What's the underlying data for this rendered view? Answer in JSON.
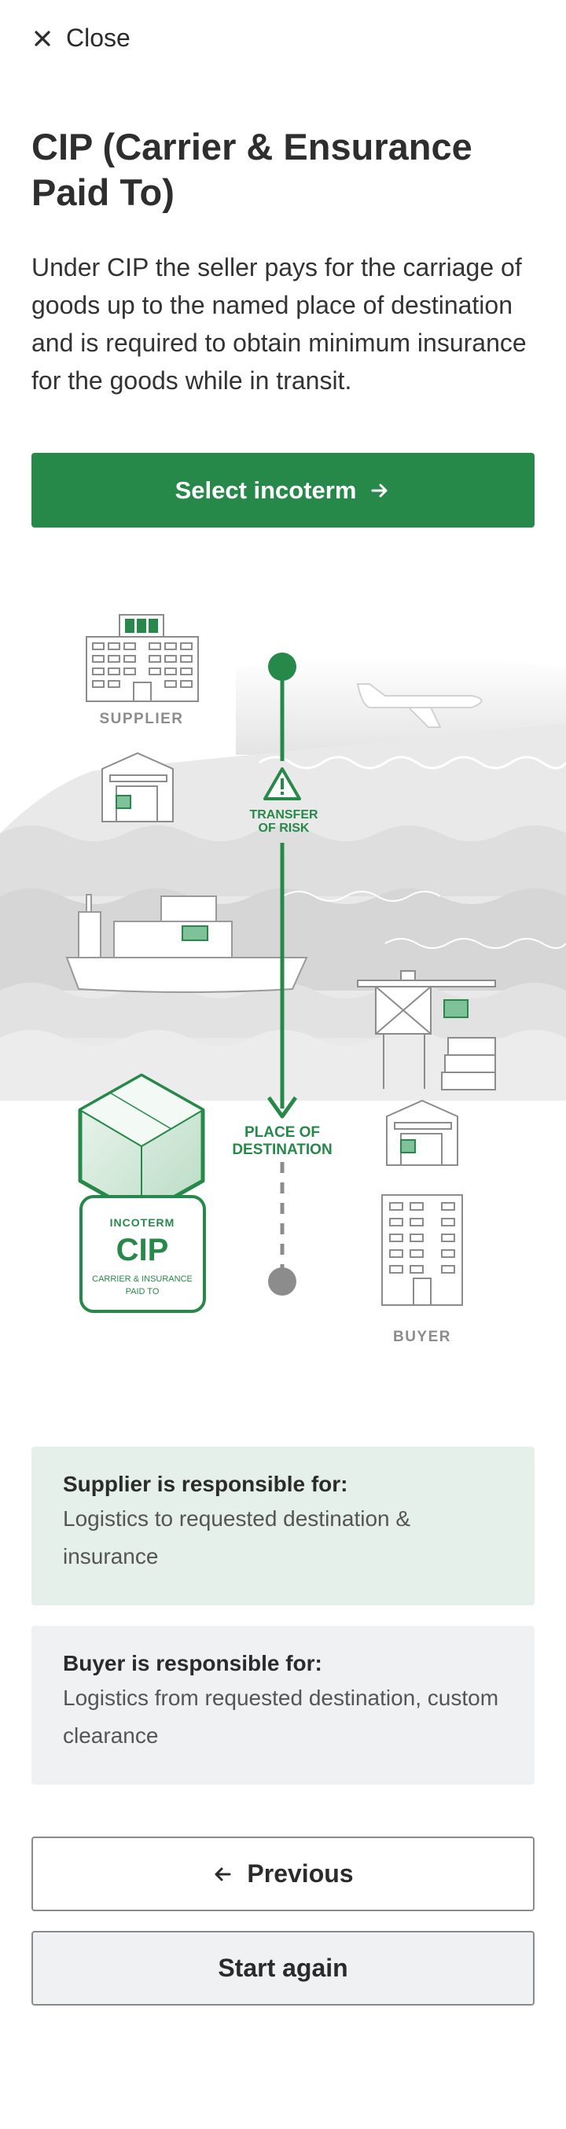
{
  "header": {
    "close_label": "Close"
  },
  "intro": {
    "title": "CIP (Carrier & Ensurance Paid To)",
    "description": "Under CIP the seller pays for the carriage of goods up to the named place of destination and  is required to obtain minimum insurance for the goods while in transit."
  },
  "actions": {
    "select_label": "Select incoterm",
    "previous_label": "Previous",
    "start_again_label": "Start again"
  },
  "illustration": {
    "supplier_label": "SUPPLIER",
    "buyer_label": "BUYER",
    "transfer_line1": "TRANSFER",
    "transfer_line2": "OF RISK",
    "destination_line1": "PLACE OF",
    "destination_line2": "DESTINATION",
    "badge_title": "INCOTERM",
    "badge_code": "CIP",
    "badge_sub1": "CARRIER & INSURANCE",
    "badge_sub2": "PAID TO"
  },
  "responsibilities": {
    "supplier_title": "Supplier is responsible for:",
    "supplier_text": "Logistics to requested destination & insurance",
    "buyer_title": "Buyer is responsible for:",
    "buyer_text": "Logistics from requested destination, custom clearance"
  },
  "colors": {
    "accent": "#26894a",
    "supplier_card": "#e6f0ea",
    "buyer_card": "#f0f1f2",
    "gray_icon": "#8c8c8c"
  }
}
